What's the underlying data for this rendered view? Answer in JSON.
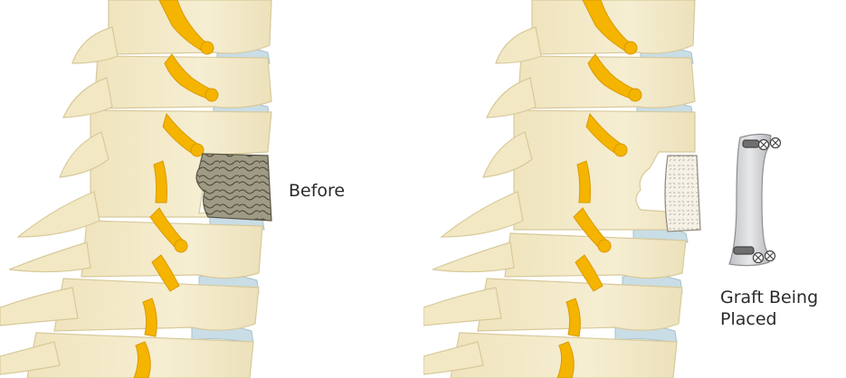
{
  "labels": {
    "before": "Before",
    "graft_line1": "Graft Being",
    "graft_line2": "Placed"
  },
  "colors": {
    "bone": "#f3ebcb",
    "bone_edge": "#e4d6a8",
    "nerve": "#f4b400",
    "disc": "#c9dde6",
    "diseased": "#9a9682",
    "graft": "#f4f0e4",
    "plate": "#d4d5d8",
    "screw": "#6f6f6f"
  }
}
